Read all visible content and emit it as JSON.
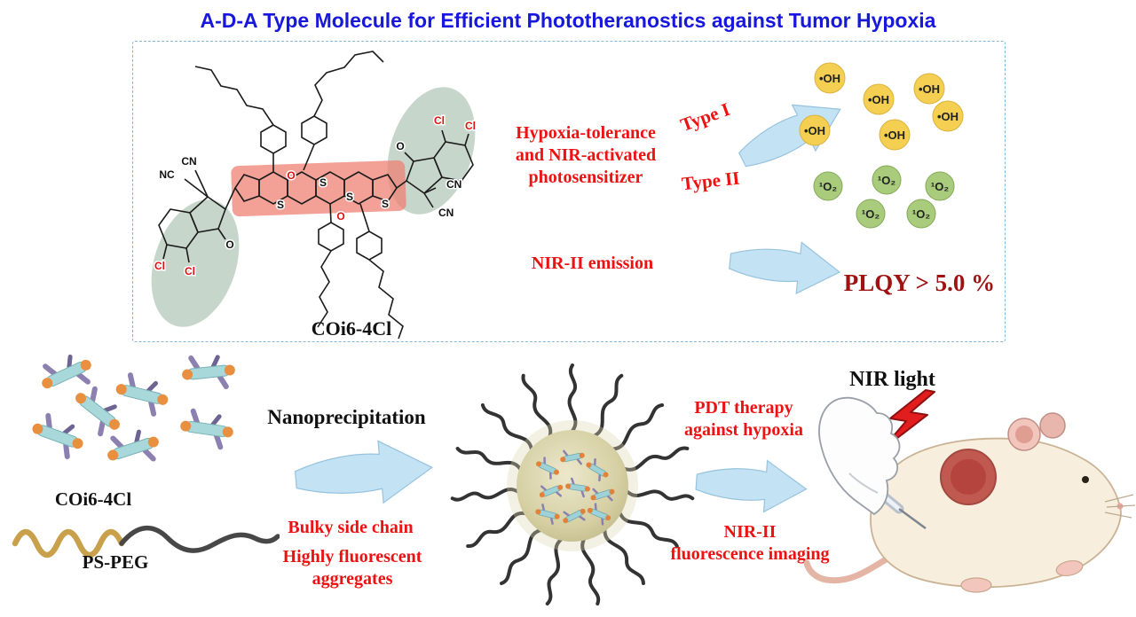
{
  "title": "A-D-A Type Molecule for Efficient Phototheranostics against Tumor Hypoxia",
  "molecule": {
    "name": "COi6-4Cl",
    "atom_cl": "Cl",
    "atom_cn": "CN",
    "atom_nc": "NC",
    "atom_o": "O",
    "atom_s": "S"
  },
  "top_panel": {
    "photosensitizer_line1": "Hypoxia-tolerance",
    "photosensitizer_line2": "and NIR-activated",
    "photosensitizer_line3": "photosensitizer",
    "type1": "Type I",
    "type2": "Type II",
    "oh": "•OH",
    "o2": "¹O₂",
    "nir_emission": "NIR-II emission",
    "plqy": "PLQY > 5.0 %"
  },
  "bottom_panel": {
    "coi_label": "COi6-4Cl",
    "pspeg_label": "PS-PEG",
    "nanoprecipitation": "Nanoprecipitation",
    "bulky": "Bulky side chain",
    "fluorescent_line1": "Highly fluorescent",
    "fluorescent_line2": "aggregates",
    "pdt_line1": "PDT therapy",
    "pdt_line2": "against hypoxia",
    "nir_imaging_line1": "NIR-II",
    "nir_imaging_line2": "fluorescence imaging",
    "nir_light": "NIR light"
  },
  "colors": {
    "title_blue": "#1717dd",
    "red_text": "#ed1111",
    "plqy_dark_red": "#9e1212",
    "arrow_blue": "#c3e2f3",
    "hydroxyl_yellow": "#f4cf52",
    "singlet_oxygen_green": "#a9cc7c",
    "core_highlight_red": "#ef7d6f",
    "endgroup_highlight_green": "#8fae97"
  }
}
